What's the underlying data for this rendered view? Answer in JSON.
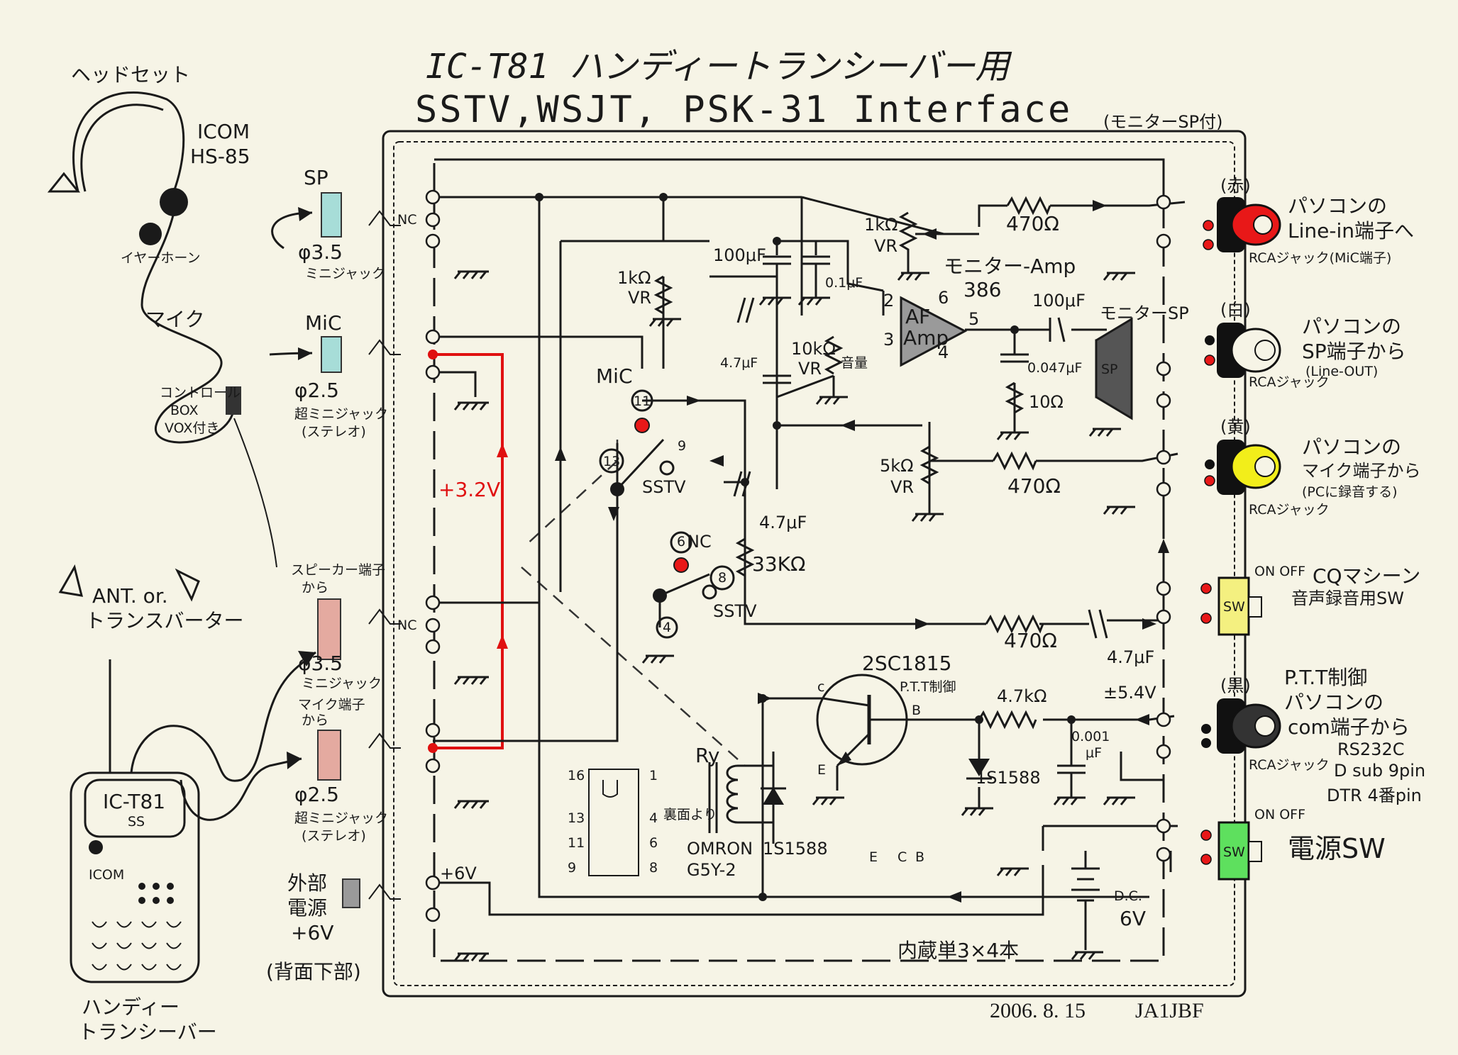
{
  "title": {
    "line1": "IC-T81 ハンディートランシーバー用",
    "line2": "SSTV,WSJT, PSK-31 Interface",
    "suffix": "(モニターSP付)"
  },
  "headset": {
    "label": "ヘッドセット",
    "model_1": "ICOM",
    "model_2": "HS-85",
    "earphone": "イヤーホーン",
    "mic": "マイク",
    "control_box_1": "コントロール",
    "control_box_2": "BOX",
    "control_box_3": "VOX付き"
  },
  "radio": {
    "ant": "ANT. or.",
    "transverter": "トランスバーター",
    "model": "IC-T81",
    "model_sub": "SS",
    "brand": "ICOM",
    "caption_1": "ハンディー",
    "caption_2": "トランシーバー"
  },
  "jacks_left": {
    "sp_label": "SP",
    "sp_size": "φ3.5",
    "sp_type": "ミニジャック",
    "mic_label": "MiC",
    "mic_size": "φ2.5",
    "mic_type": "超ミニジャック",
    "mic_stereo": "(ステレオ)",
    "spk_term_1": "スピーカー端子",
    "spk_term_2": "から",
    "spk_size": "φ3.5",
    "spk_type": "ミニジャック",
    "mic_term_1": "マイク端子",
    "mic_term_2": "から",
    "mic2_size": "φ2.5",
    "mic2_type": "超ミニジャック",
    "mic2_stereo": "(ステレオ)",
    "ext_power_1": "外部",
    "ext_power_2": "電源",
    "ext_power_3": "+6V",
    "ext_power_4": "(背面下部)",
    "nc": "NC",
    "plus6v": "+6V"
  },
  "circuit": {
    "cap_100u": "100μF",
    "cap_01u": "0.1μF",
    "vr_1k_a": "1kΩ",
    "vr_1k_a2": "VR",
    "vr_1k_b": "1kΩ",
    "vr_1k_b2": "VR",
    "res_470_top": "470Ω",
    "monitor_amp": "モニター-Amp",
    "ic_386": "386",
    "amp_label_1": "AF",
    "amp_label_2": "Amp",
    "pin2": "2",
    "pin3": "3",
    "pin4": "4",
    "pin5": "5",
    "pin6": "6",
    "cap_100u_out": "100μF",
    "monitor_sp": "モニターSP",
    "sp_box": "SP",
    "cap_47u_a": "4.7μF",
    "vr_10k": "10kΩ",
    "vr_10k_b": "VR",
    "volume": "音量",
    "cap_0047": "0.047μF",
    "res_10": "10Ω",
    "mic_pin": "MiC",
    "pin11": "11",
    "pin13": "13",
    "pin9": "9",
    "pin6c": "6",
    "pin8": "8",
    "pin4c": "4",
    "sstv_1": "SSTV",
    "sstv_2": "SSTV",
    "nc2": "NC",
    "cap_47u_b": "4.7μF",
    "res_33k": "33KΩ",
    "vr_5k": "5kΩ",
    "vr_5k_b": "VR",
    "res_470_mid": "470Ω",
    "res_470_low": "470Ω",
    "cap_47u_c": "4.7μF",
    "v_32": "+3.2V",
    "transistor": "2SC1815",
    "ptt_ctrl": "P.T.T制御",
    "res_47k": "4.7kΩ",
    "v_54": "±5.4V",
    "diode_1": "1S1588",
    "diode_2": "1S1588",
    "cap_0001": "0.001",
    "cap_0001_u": "μF",
    "relay": "Ry",
    "relay_back": "裏面より",
    "relay_model_1": "OMRON",
    "relay_model_2": "G5Y-2",
    "relay_pins": [
      "16",
      "1",
      "13",
      "4",
      "11",
      "6",
      "9",
      "8"
    ],
    "ecb": [
      "E",
      "C",
      "B"
    ],
    "battery_1": "D.C.",
    "battery_2": "6V",
    "battery_note": "内蔵単3×4本",
    "c_lbl": "c",
    "b_lbl": "B",
    "e_lbl": "E"
  },
  "jacks_right": {
    "red_color": "(赤)",
    "red_desc_1": "パソコンの",
    "red_desc_2": "Line-in端子へ",
    "red_desc_3": "RCAジャック(MiC端子)",
    "white_color": "(白)",
    "white_desc_1": "パソコンの",
    "white_desc_2": "SP端子から",
    "white_desc_3": "(Line-OUT)",
    "white_rca": "RCAジャック",
    "yellow_color": "(黄)",
    "yellow_desc_1": "パソコンの",
    "yellow_desc_2": "マイク端子から",
    "yellow_desc_3": "(PCに録音する)",
    "yellow_rca": "RCAジャック",
    "sw_onoff": "ON OFF",
    "cq_1": "CQマシーン",
    "cq_2": "音声録音用SW",
    "sw_label": "SW",
    "black_color": "(黒)",
    "black_desc_1": "P.T.T制御",
    "black_desc_2": "パソコンの",
    "black_desc_3": "com端子から",
    "black_desc_4": "RS232C",
    "black_desc_5": "D sub 9pin",
    "black_desc_6": "DTR 4番pin",
    "black_rca": "RCAジャック",
    "power_onoff": "ON OFF",
    "power_sw_label": "SW",
    "power_sw": "電源SW"
  },
  "footer": {
    "date": "2006. 8. 15",
    "author": "JA1JBF"
  },
  "colors": {
    "paper": "#f6f4e6",
    "red_jack": "#e81818",
    "yellow_jack": "#f2ee1a",
    "yellow_sw": "#f4f080",
    "green_sw": "#5ee05e",
    "amp": "#9a9a9a",
    "wire_red": "#e01010"
  }
}
